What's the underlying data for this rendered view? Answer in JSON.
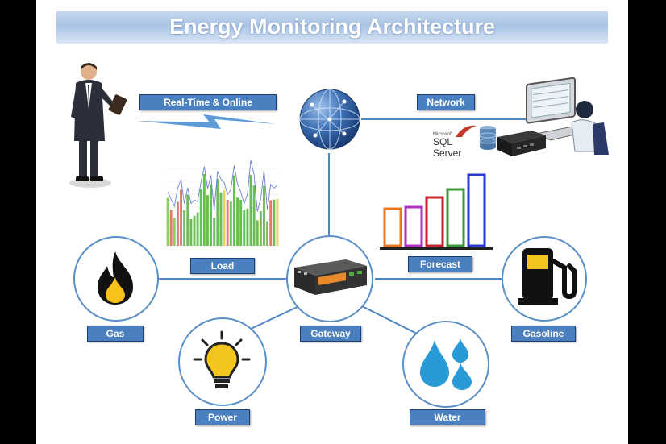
{
  "title": "Energy Monitoring Architecture",
  "labels": {
    "realtime": "Real-Time & Online",
    "network": "Network",
    "load": "Load",
    "forecast": "Forecast",
    "gas": "Gas",
    "gateway": "Gateway",
    "gasoline": "Gasoline",
    "power": "Power",
    "water": "Water"
  },
  "server_label": {
    "vendor": "Microsoft",
    "product": "SQL Server"
  },
  "colors": {
    "label_fill": "#4a7fc0",
    "connector": "#4f86c4",
    "title_band": "#a9c4e6"
  },
  "icons": [
    "businessman-icon",
    "lightning-icon",
    "globe-network-icon",
    "computer-user-icon",
    "database-icon",
    "server-icon",
    "load-chart-icon",
    "forecast-bars-icon",
    "flame-icon",
    "gateway-device-icon",
    "fuel-pump-icon",
    "light-bulb-icon",
    "water-drops-icon"
  ]
}
